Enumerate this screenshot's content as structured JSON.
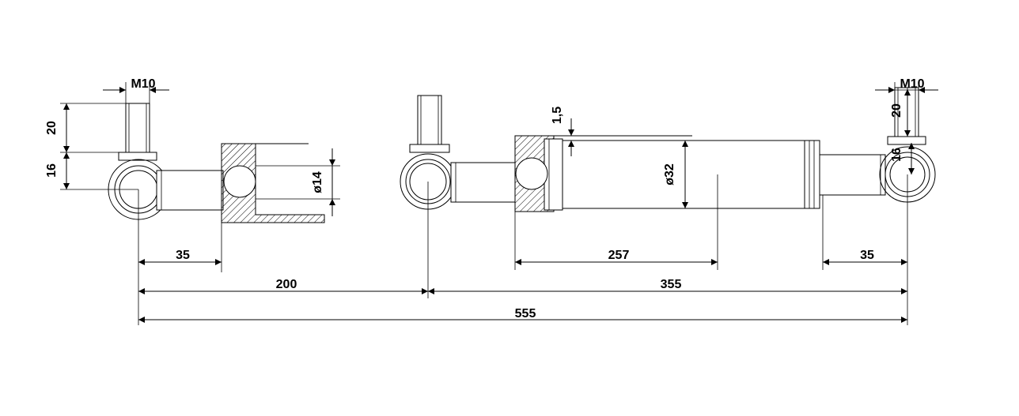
{
  "dimensions": {
    "m10_left": "M10",
    "m10_right": "M10",
    "h20_left": "20",
    "h16_left": "16",
    "h20_right": "20",
    "h16_right": "16",
    "d14": "ø14",
    "t15": "1,5",
    "d32": "ø32",
    "l35_left": "35",
    "l200": "200",
    "l257": "257",
    "l35_right": "35",
    "l355": "355",
    "l555": "555"
  }
}
